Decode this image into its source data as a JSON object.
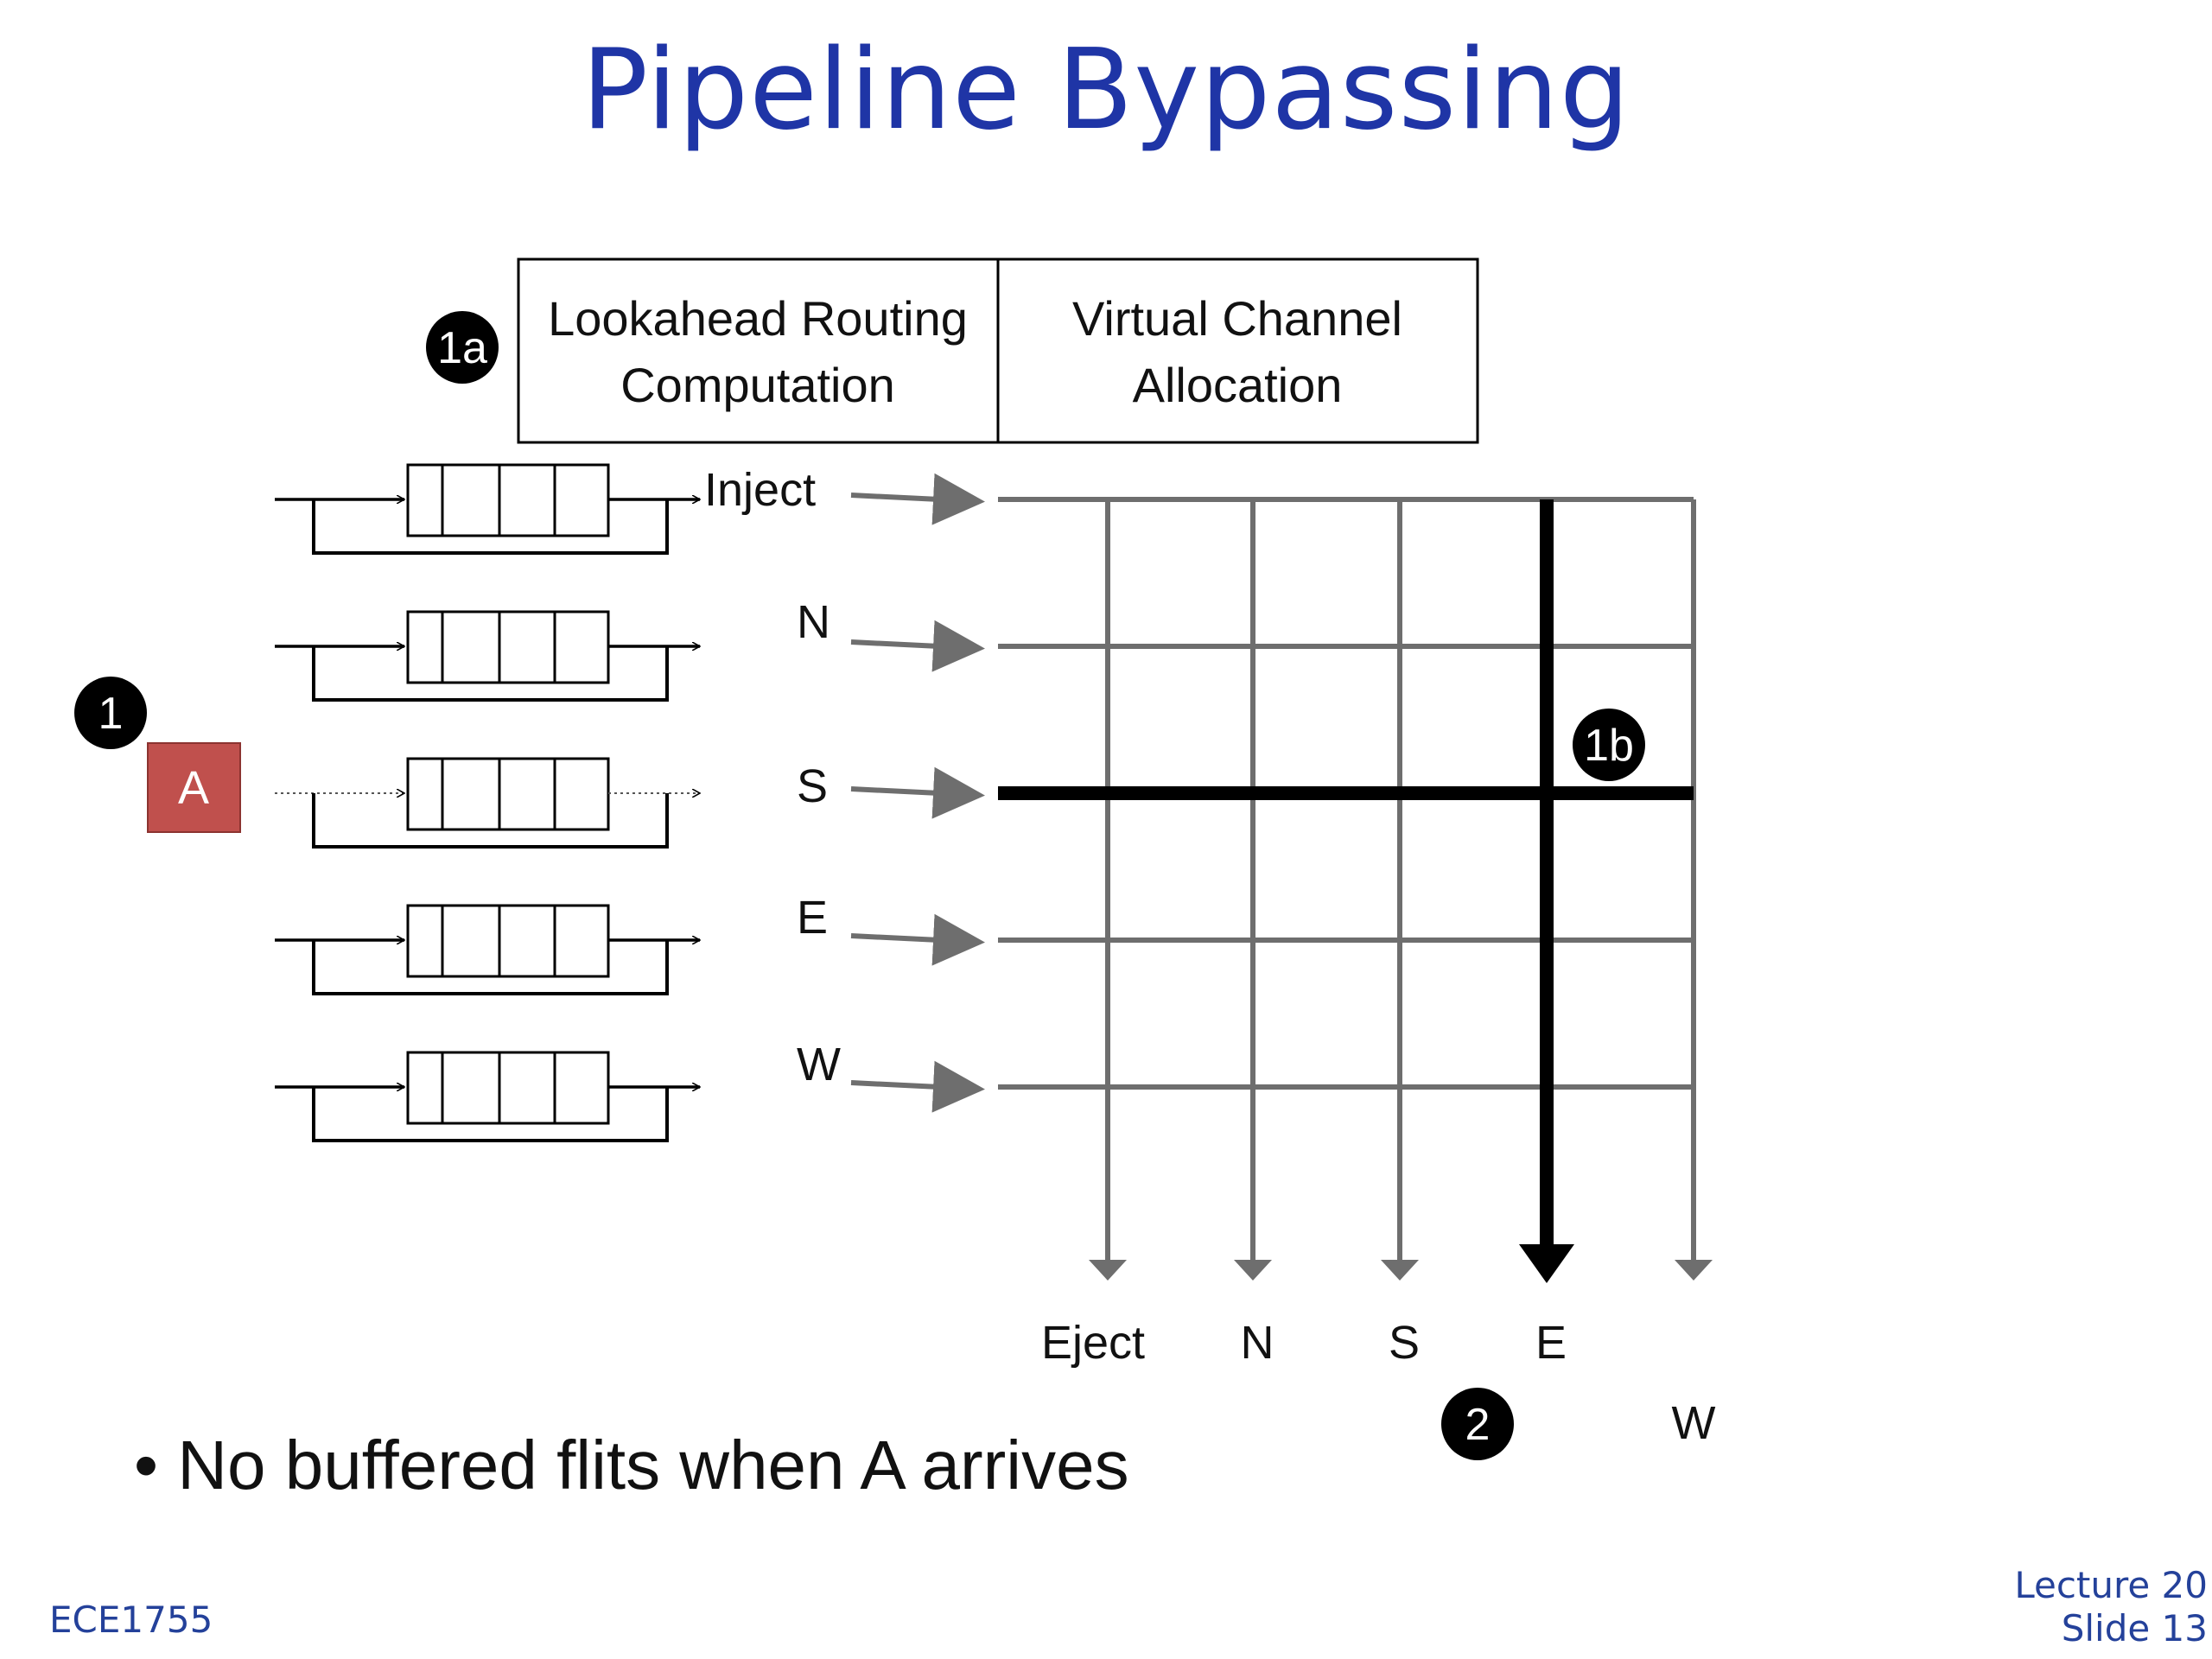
{
  "title": "Pipeline Bypassing",
  "stages": [
    {
      "line1": "Lookahead Routing",
      "line2": "Computation"
    },
    {
      "line1": "Virtual Channel",
      "line2": "Allocation"
    }
  ],
  "input_ports": [
    "Inject",
    "N",
    "S",
    "E",
    "W"
  ],
  "output_ports": [
    "Eject",
    "N",
    "S",
    "E",
    "W"
  ],
  "badges": {
    "step1": "1",
    "step1a": "1a",
    "step1b": "1b",
    "step2": "2"
  },
  "flit": {
    "label": "A",
    "color": "#c0504d"
  },
  "colors": {
    "title": "#1f35a6",
    "grid": "#6e6e6e",
    "path": "#000000",
    "footer": "#24419a"
  },
  "bullet": "No buffered flits when A arrives",
  "footer": {
    "course": "ECE1755",
    "lecture": "Lecture 20",
    "slide": "Slide 13"
  }
}
